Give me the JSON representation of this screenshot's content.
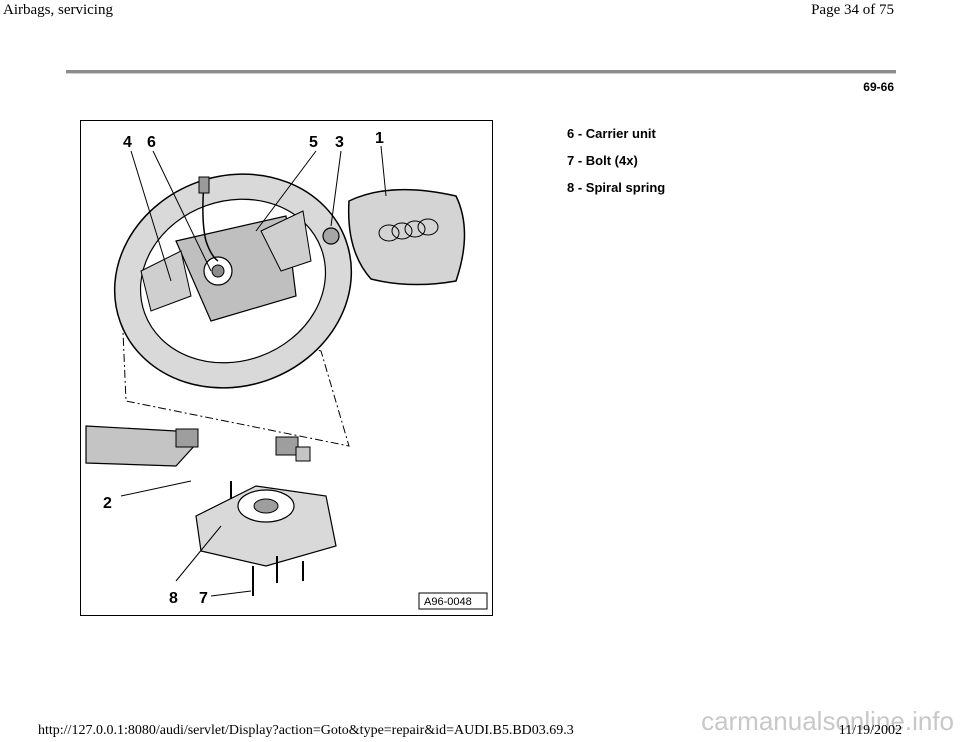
{
  "header": {
    "title": "Airbags, servicing",
    "page_indicator": "Page 34 of 75"
  },
  "page_code": "69-66",
  "figure": {
    "callouts": [
      "4",
      "6",
      "5",
      "3",
      "1",
      "2",
      "8",
      "7"
    ],
    "ref_code": "A96-0048"
  },
  "legend": [
    "6 - Carrier unit",
    "7 - Bolt (4x)",
    "8 - Spiral spring"
  ],
  "footer": {
    "url": "http://127.0.0.1:8080/audi/servlet/Display?action=Goto&type=repair&id=AUDI.B5.BD03.69.3",
    "date": "11/19/2002",
    "watermark": "carmanualsonline.info"
  }
}
